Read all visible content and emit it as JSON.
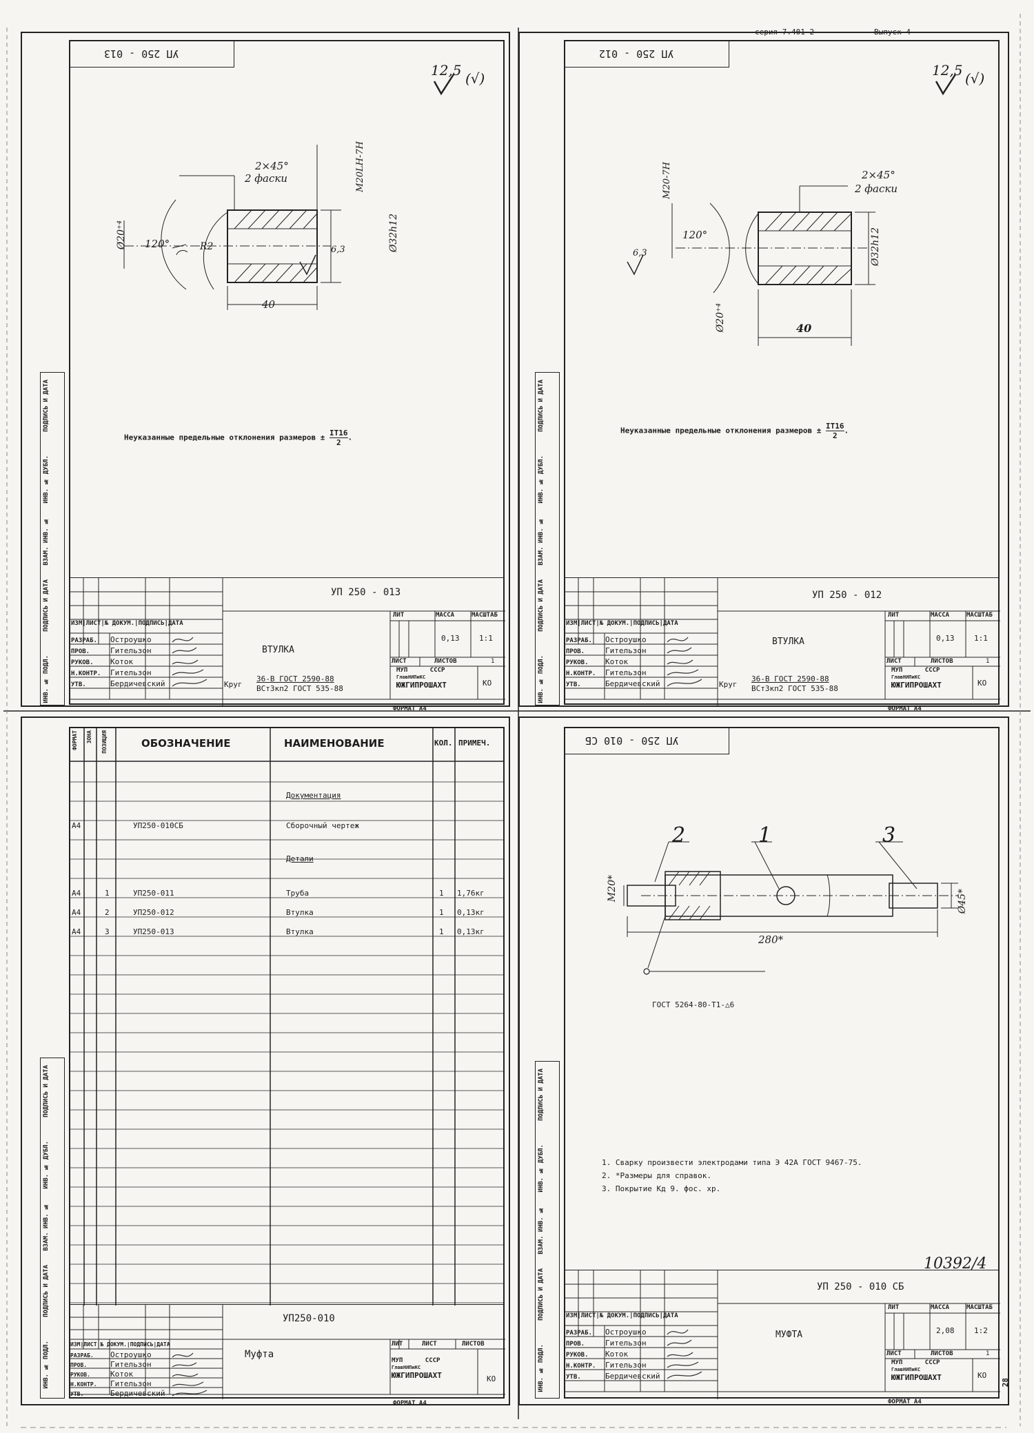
{
  "header": {
    "series": "серия 7.401-2",
    "issue": "Выпуск 4"
  },
  "sheet_tl": {
    "corner_code": "УП 250 - 013",
    "roughness": "12,5",
    "roughness_note": "(√)",
    "dims": {
      "chamfer": "2×45°",
      "chamfer_note": "2 фаски",
      "thread": "M20LH-7H",
      "bore": "Ø20⁺⁴",
      "angle": "120°",
      "radius": "R2",
      "rough_local": "6,3",
      "outer": "Ø32h12",
      "length": "40"
    },
    "note": "Неуказанные предельные отклонения размеров ±",
    "note_frac": "IT16",
    "note_den": "2",
    "title_code": "УП 250 - 013",
    "title_name": "ВТУЛКА",
    "mass": "0,13",
    "scale": "1:1",
    "material_prefix": "Круг",
    "material_top": "36-В ГОСТ 2590-88",
    "material_bottom": "ВСт3кп2 ГОСТ 535-88",
    "org": "КО",
    "format": "ФОРМАТ А4"
  },
  "sheet_tr": {
    "corner_code": "УП 250 - 012",
    "roughness": "12,5",
    "roughness_note": "(√)",
    "dims": {
      "chamfer": "2×45°",
      "chamfer_note": "2 фаски",
      "thread": "M20-7H",
      "bore": "Ø20⁺⁴",
      "angle": "120°",
      "rough_local": "6,3",
      "outer": "Ø32h12",
      "length": "40"
    },
    "note": "Неуказанные предельные отклонения размеров ±",
    "note_frac": "IT16",
    "note_den": "2",
    "title_code": "УП 250 - 012",
    "title_name": "ВТУЛКА",
    "mass": "0,13",
    "scale": "1:1",
    "material_prefix": "Круг",
    "material_top": "36-В ГОСТ 2590-88",
    "material_bottom": "ВСт3кп2 ГОСТ 535-88",
    "org": "КО",
    "format": "ФОРМАТ А4"
  },
  "sheet_bl": {
    "columns": [
      "ФОРМАТ",
      "ЗОНА",
      "ПОЗИЦИЯ",
      "ОБОЗНАЧЕНИЕ",
      "НАИМЕНОВАНИЕ",
      "КОЛ.",
      "ПРИМЕЧ."
    ],
    "rows": [
      {
        "fmt": "",
        "pos": "",
        "code": "",
        "name": "Документация",
        "qty": "",
        "note": "",
        "underline": true
      },
      {
        "fmt": "А4",
        "pos": "",
        "code": "УП250-010СБ",
        "name": "Сборочный чертеж",
        "qty": "",
        "note": ""
      },
      {
        "fmt": "",
        "pos": "",
        "code": "",
        "name": "Детали",
        "qty": "",
        "note": "",
        "underline": true
      },
      {
        "fmt": "А4",
        "pos": "1",
        "code": "УП250-011",
        "name": "Труба",
        "qty": "1",
        "note": "1,76кг"
      },
      {
        "fmt": "А4",
        "pos": "2",
        "code": "УП250-012",
        "name": "Втулка",
        "qty": "1",
        "note": "0,13кг"
      },
      {
        "fmt": "А4",
        "pos": "3",
        "code": "УП250-013",
        "name": "Втулка",
        "qty": "1",
        "note": "0,13кг"
      }
    ],
    "title_code": "УП250-010",
    "title_name": "Муфта",
    "org": "КО",
    "format": "ФОРМАТ А4"
  },
  "sheet_br": {
    "corner_code": "УП 250 - 010 СБ",
    "callouts": [
      "2",
      "1",
      "3"
    ],
    "dims": {
      "thread": "M20*",
      "length": "280*",
      "outer": "Ø45*"
    },
    "weld": "ГОСТ 5264-80-Т1-△6",
    "notes": [
      "1. Сварку произвести электродами типа Э 42А ГОСТ 9467-75.",
      "2. *Размеры для справок.",
      "3. Покрытие Кд 9. фос. хр."
    ],
    "inventory": "10392/4",
    "title_code": "УП 250 - 010 СБ",
    "title_name": "МУФТА",
    "mass": "2,08",
    "scale": "1:2",
    "org": "КО",
    "format": "ФОРМАТ А4",
    "page_no": "28"
  },
  "title_block_labels": {
    "lit": "ЛИТ",
    "mass": "МАССА",
    "scale": "МАСШТАБ",
    "sheet": "ЛИСТ",
    "sheets": "ЛИСТОВ",
    "sheets_val": "1",
    "izm": "ИЗМ",
    "list": "ЛИСТ",
    "doc": "№ ДОКУМ.",
    "sign": "ПОДПИСЬ",
    "date": "ДАТА",
    "roles": [
      "РАЗРАБ.",
      "ПРОВ.",
      "РУКОВ.",
      "Н.КОНТР.",
      "УТВ."
    ],
    "people": [
      "Остроушко",
      "Гительзон",
      "Коток",
      "Гительзон",
      "Бердичевский"
    ],
    "org_logo_line1": "МУП",
    "org_logo_line2": "СССР",
    "org_logo_line3": "ГлавНИПиКС",
    "org_logo_line4": "ЮЖГИПРОШАХТ"
  },
  "side_stamp": [
    "ИНВ. № ПОДЛ.",
    "ПОДПИСЬ И ДАТА",
    "ВЗАМ. ИНВ. №",
    "ИНВ. № ДУБЛ.",
    "ПОДПИСЬ И ДАТА"
  ]
}
